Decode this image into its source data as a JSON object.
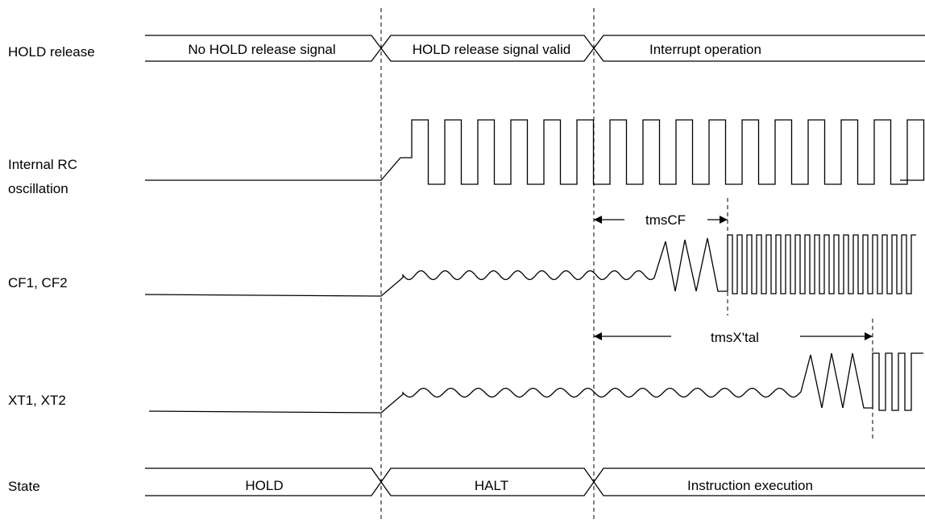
{
  "signals": {
    "hold_release": {
      "label": "HOLD release",
      "segments": [
        "No HOLD release signal",
        "HOLD release signal valid",
        "Interrupt operation"
      ]
    },
    "internal_rc": {
      "label_line1": "Internal RC",
      "label_line2": "oscillation"
    },
    "cf": {
      "label": "CF1, CF2"
    },
    "xt": {
      "label": "XT1, XT2"
    },
    "state": {
      "label": "State",
      "segments": [
        "HOLD",
        "HALT",
        "Instruction execution"
      ]
    }
  },
  "timings": {
    "tmscf": "tmsCF",
    "tmsxtal": "tmsX'tal"
  }
}
